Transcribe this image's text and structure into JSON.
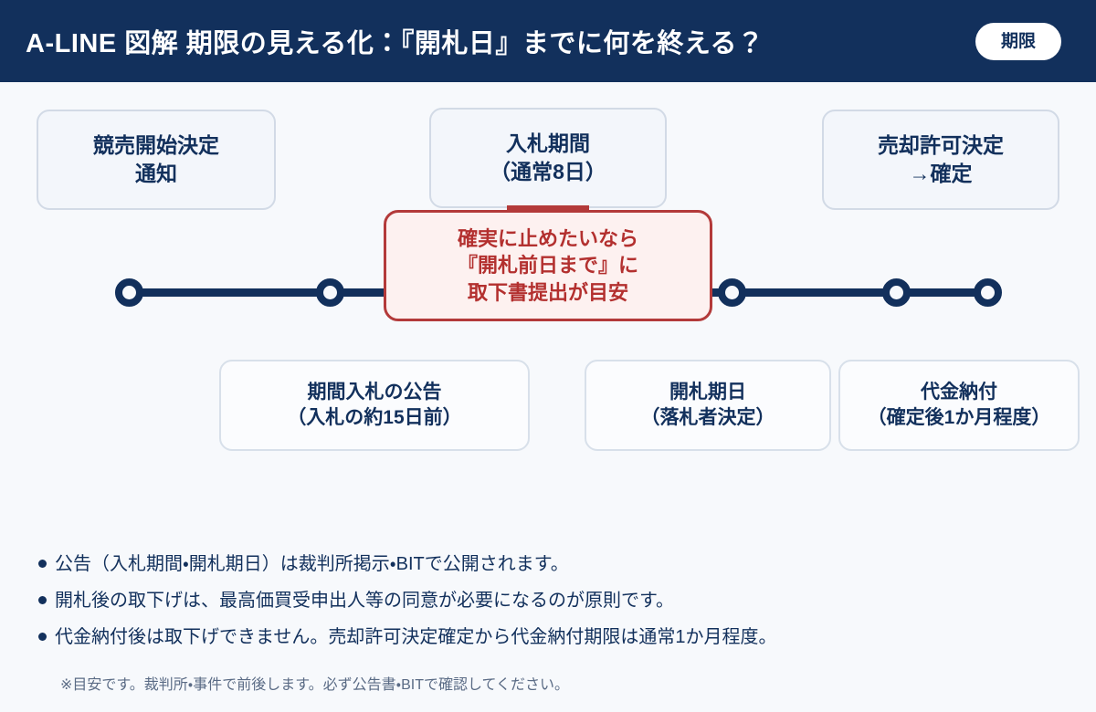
{
  "header": {
    "title": "A-LINE 図解 期限の見える化：『開札日』までに何を終える？",
    "badge": "期限",
    "bg_color": "#12305c",
    "text_color": "#ffffff"
  },
  "theme": {
    "page_bg": "#f7f9fc",
    "navy": "#12305c",
    "card_bg": "#f3f6fb",
    "card_border": "#d2dae6",
    "accent_red": "#b33a3a",
    "callout_bg": "#fdf1f0",
    "callout_text": "#b3302f",
    "muted_text": "#5a6b85"
  },
  "diagram": {
    "type": "timeline",
    "top_cards": [
      {
        "line1": "競売開始決定",
        "line2": "通知"
      },
      {
        "line1": "入札期間",
        "line2": "（通常8日）"
      },
      {
        "line1": "売却許可決定",
        "line2": "→確定"
      }
    ],
    "bottom_cards": [
      {
        "line1": "期間入札の公告",
        "line2": "（入札の約15日前）"
      },
      {
        "line1": "開札期日",
        "line2": "（落札者決定）"
      },
      {
        "line1": "代金納付",
        "line2": "（確定後1か月程度）"
      }
    ],
    "callout": {
      "line1": "確実に止めたいなら",
      "line2": "『開札前日まで』に",
      "line3": "取下書提出が目安"
    },
    "node_count": 5
  },
  "notes": [
    "公告（入札期間・開札期日）は裁判所掲示・BITで公開されます。",
    "開札後の取下げは、最高価買受申出人等の同意が必要になるのが原則です。",
    "代金納付後は取下げできません。売却許可決定確定から代金納付期限は通常1か月程度。"
  ],
  "footnote": "※目安です。裁判所・事件で前後します。必ず公告書・BITで確認してください。"
}
